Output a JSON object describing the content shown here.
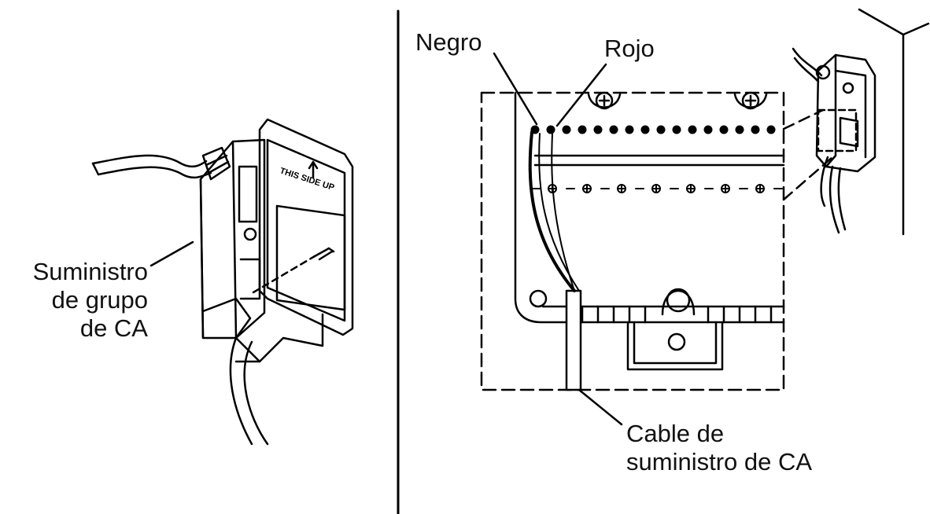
{
  "labels": {
    "left": {
      "line1": "Suministro",
      "line2": "de grupo",
      "line3": "de CA"
    },
    "negro": "Negro",
    "rojo": "Rojo",
    "cable": {
      "line1": "Cable de",
      "line2": "suministro de CA"
    },
    "cover_text": "THIS SIDE UP"
  },
  "colors": {
    "line": "#000000",
    "background": "#ffffff"
  }
}
